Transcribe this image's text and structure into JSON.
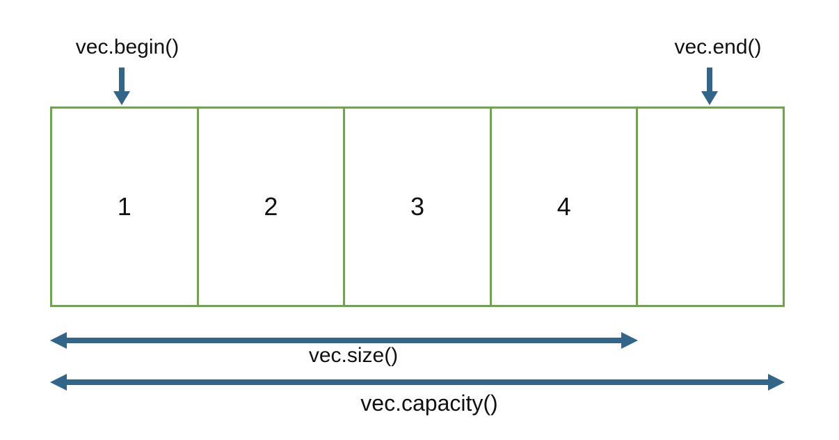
{
  "diagram": {
    "begin_pointer": {
      "label": "vec.begin()"
    },
    "end_pointer": {
      "label": "vec.end()"
    },
    "cells": [
      "1",
      "2",
      "3",
      "4",
      ""
    ],
    "size_range": {
      "label": "vec.size()"
    },
    "capacity_range": {
      "label": "vec.capacity()"
    },
    "colors": {
      "cell_border_green": "#6BA647",
      "arrow_blue": "#31658A",
      "text": "#111111",
      "background": "#FFFFFF"
    }
  }
}
